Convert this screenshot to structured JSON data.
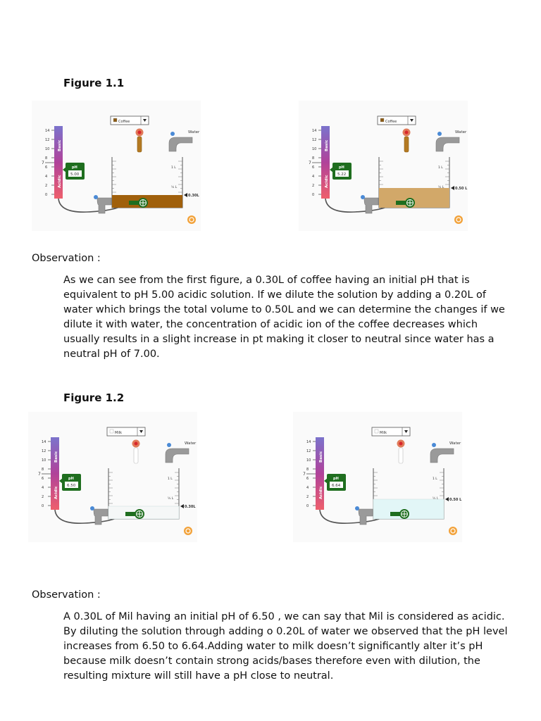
{
  "sections": [
    {
      "figure_title": "Figure 1.1",
      "observation_label": "Observation :",
      "observation_text": "As we can see from the first figure, a 0.30L of coffee having an initial pH that is equivalent to pH 5.00 acidic solution. If we dilute the solution by adding a 0.20L of water which brings the total volume to 0.50L and we can determine the changes if we dilute it with water, the concentration of acidic ion of the coffee decreases which usually results in a slight increase in pt making it closer to neutral since water has a neutral pH of 7.00.",
      "panels": [
        {
          "solution": "Coffee",
          "ph": "5.00",
          "volume_label": "0.30L",
          "liquid_color": "#a0600c"
        },
        {
          "solution": "Coffee",
          "ph": "5.22",
          "volume_label": "0.50 L",
          "liquid_color": "#d2a869"
        }
      ]
    },
    {
      "figure_title": "Figure 1.2",
      "observation_label": "Observation :",
      "observation_text": "A 0.30L of Mil having an initial pH of 6.50 , we can say that Mil is considered as acidic. By diluting the solution through adding o 0.20L of water we observed that the pH level increases from 6.50 to 6.64.Adding water to milk doesn’t significantly alter it’s pH because milk doesn’t contain strong acids/bases therefore even with dilution, the resulting mixture will still have a pH close to neutral.",
      "panels": [
        {
          "solution": "Milk",
          "ph": "6.50",
          "volume_label": "0.30L",
          "liquid_color": "#f5f7f7"
        },
        {
          "solution": "Milk",
          "ph": "6.64",
          "volume_label": "0.50 L",
          "liquid_color": "#e2f6f7"
        }
      ]
    }
  ],
  "sim_labels": {
    "water": "Water",
    "basic": "Basic",
    "acidic": "Acidic",
    "ph_badge": "pH",
    "one_liter": "1 L",
    "half_liter": "½ L",
    "scale_ticks": [
      "14",
      "12",
      "10",
      "8",
      "6",
      "4",
      "2",
      "0"
    ],
    "neutral_mark": "7"
  }
}
